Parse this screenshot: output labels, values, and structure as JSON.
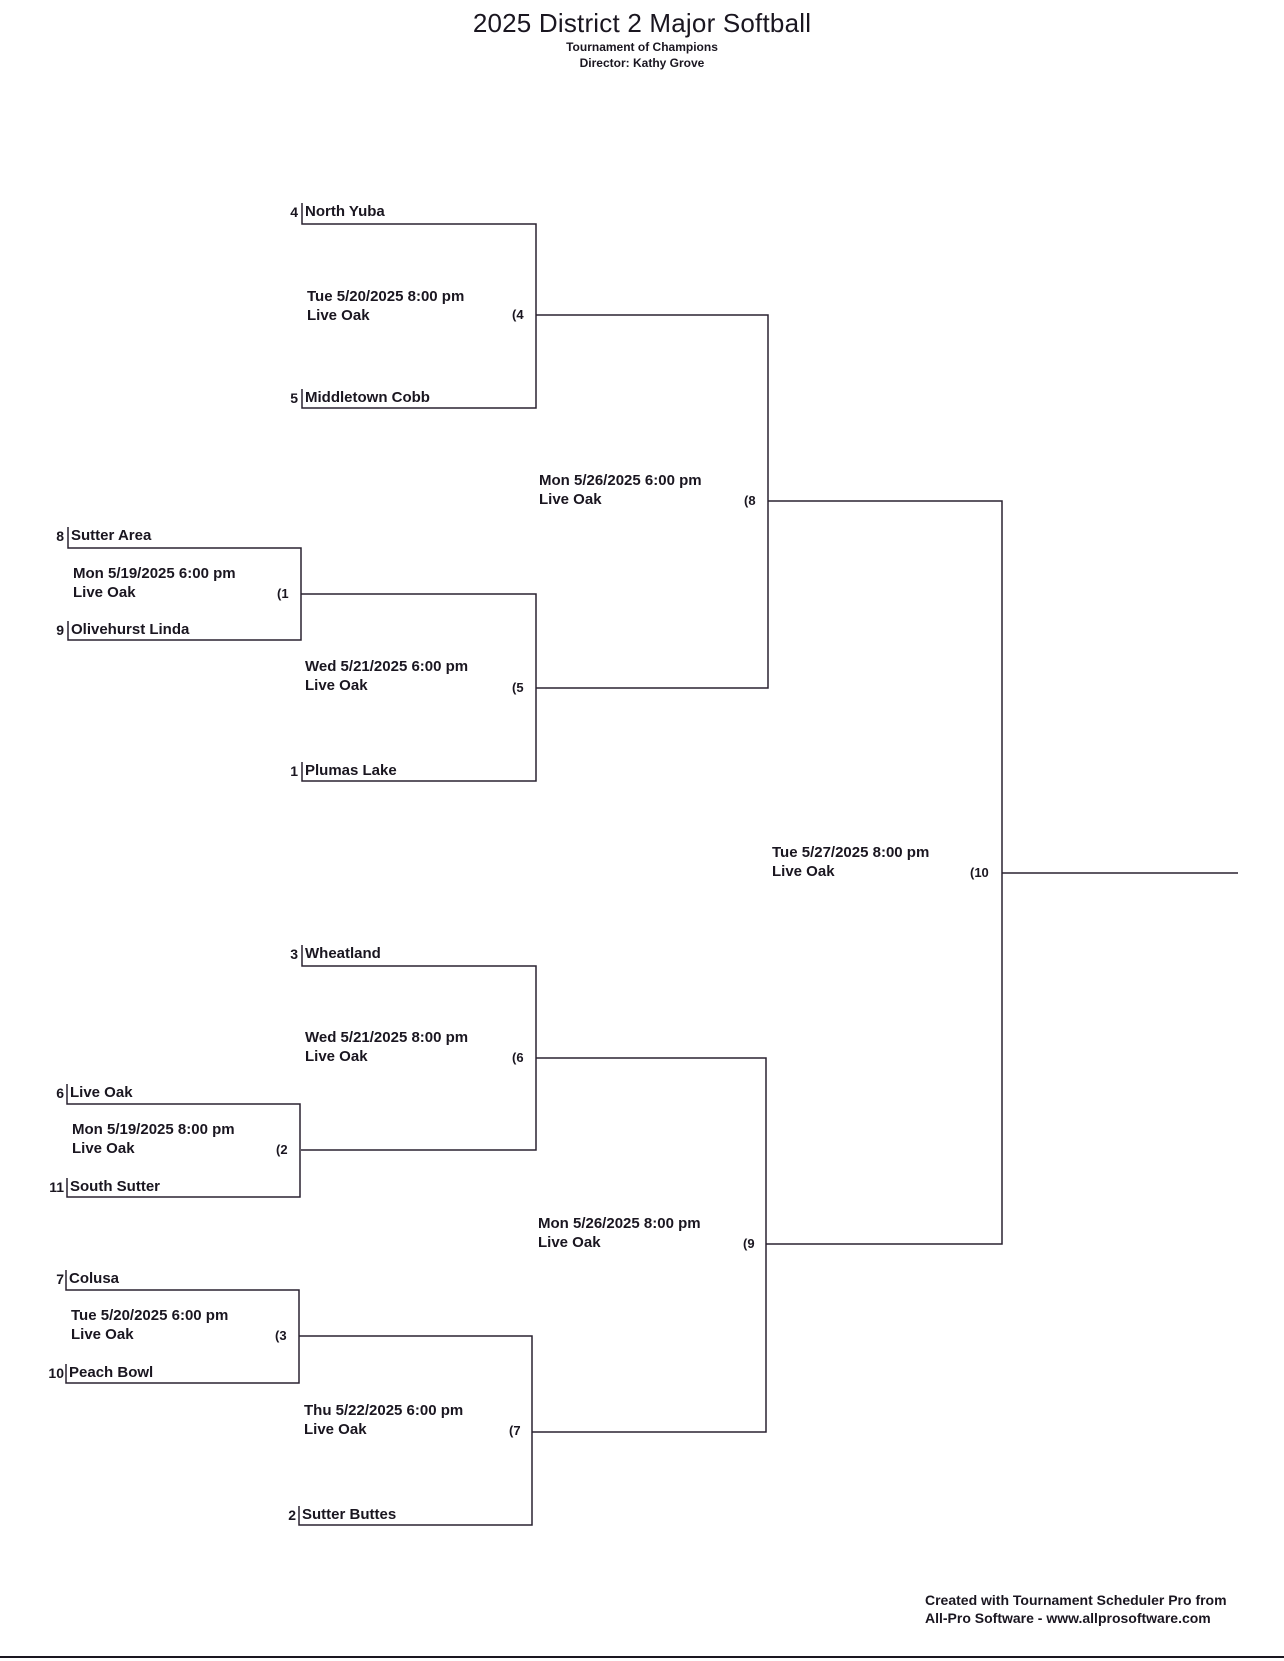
{
  "title": "2025 District 2  Major Softball",
  "subtitle": "Tournament of Champions",
  "director": "Director: Kathy Grove",
  "entries": [
    {
      "seed": "4",
      "team": "North Yuba"
    },
    {
      "seed": "5",
      "team": "Middletown Cobb"
    },
    {
      "seed": "8",
      "team": "Sutter Area"
    },
    {
      "seed": "9",
      "team": "Olivehurst Linda"
    },
    {
      "seed": "1",
      "team": "Plumas Lake"
    },
    {
      "seed": "3",
      "team": "Wheatland"
    },
    {
      "seed": "6",
      "team": "Live Oak"
    },
    {
      "seed": "11",
      "team": "South Sutter"
    },
    {
      "seed": "7",
      "team": "Colusa"
    },
    {
      "seed": "10",
      "team": "Peach Bowl"
    },
    {
      "seed": "2",
      "team": "Sutter Buttes"
    }
  ],
  "games": [
    {
      "num": "(1",
      "date": "Mon 5/19/2025 6:00 pm",
      "venue": "Live Oak"
    },
    {
      "num": "(2",
      "date": "Mon 5/19/2025 8:00 pm",
      "venue": "Live Oak"
    },
    {
      "num": "(3",
      "date": "Tue 5/20/2025 6:00 pm",
      "venue": "Live Oak"
    },
    {
      "num": "(4",
      "date": "Tue 5/20/2025 8:00 pm",
      "venue": "Live Oak"
    },
    {
      "num": "(5",
      "date": "Wed 5/21/2025 6:00 pm",
      "venue": "Live Oak"
    },
    {
      "num": "(6",
      "date": "Wed 5/21/2025 8:00 pm",
      "venue": "Live Oak"
    },
    {
      "num": "(7",
      "date": "Thu 5/22/2025 6:00 pm",
      "venue": "Live Oak"
    },
    {
      "num": "(8",
      "date": "Mon 5/26/2025 6:00 pm",
      "venue": "Live Oak"
    },
    {
      "num": "(9",
      "date": "Mon 5/26/2025 8:00 pm",
      "venue": "Live Oak"
    },
    {
      "num": "(10",
      "date": "Tue 5/27/2025 8:00 pm",
      "venue": "Live Oak"
    }
  ],
  "footer": {
    "line1": "Created with Tournament Scheduler Pro from",
    "line2": "All-Pro Software - www.allprosoftware.com"
  },
  "colors": {
    "ink": "#1a1620",
    "line": "#2a2230",
    "background": "#ffffff"
  }
}
